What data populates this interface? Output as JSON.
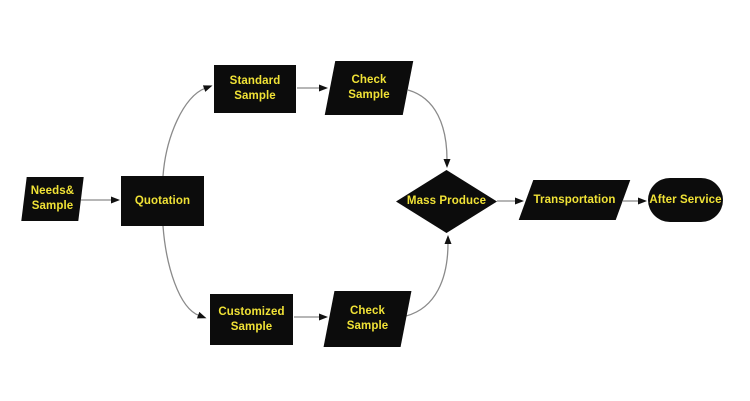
{
  "theme": {
    "background": "#ffffff",
    "shape_fill": "#0c0c0c",
    "label_color": "#f0e236",
    "connector_color": "#8a8a8a",
    "arrowhead_color": "#111111"
  },
  "diagram": {
    "nodes": [
      {
        "id": "needs-sample",
        "label": "Needs&\nSample",
        "shape": "parallelogram"
      },
      {
        "id": "quotation",
        "label": "Quotation",
        "shape": "rectangle"
      },
      {
        "id": "standard-sample",
        "label": "Standard\nSample",
        "shape": "rectangle"
      },
      {
        "id": "check-sample-top",
        "label": "Check\nSample",
        "shape": "parallelogram"
      },
      {
        "id": "customized-sample",
        "label": "Customized\nSample",
        "shape": "rectangle"
      },
      {
        "id": "check-sample-bottom",
        "label": "Check\nSample",
        "shape": "parallelogram"
      },
      {
        "id": "mass-produce",
        "label": "Mass Produce",
        "shape": "diamond"
      },
      {
        "id": "transportation",
        "label": "Transportation",
        "shape": "parallelogram"
      },
      {
        "id": "after-service",
        "label": "After Service",
        "shape": "stadium"
      }
    ],
    "edges": [
      {
        "from": "needs-sample",
        "to": "quotation"
      },
      {
        "from": "quotation",
        "to": "standard-sample"
      },
      {
        "from": "standard-sample",
        "to": "check-sample-top"
      },
      {
        "from": "check-sample-top",
        "to": "mass-produce"
      },
      {
        "from": "quotation",
        "to": "customized-sample"
      },
      {
        "from": "customized-sample",
        "to": "check-sample-bottom"
      },
      {
        "from": "check-sample-bottom",
        "to": "mass-produce"
      },
      {
        "from": "mass-produce",
        "to": "transportation"
      },
      {
        "from": "transportation",
        "to": "after-service"
      }
    ]
  }
}
